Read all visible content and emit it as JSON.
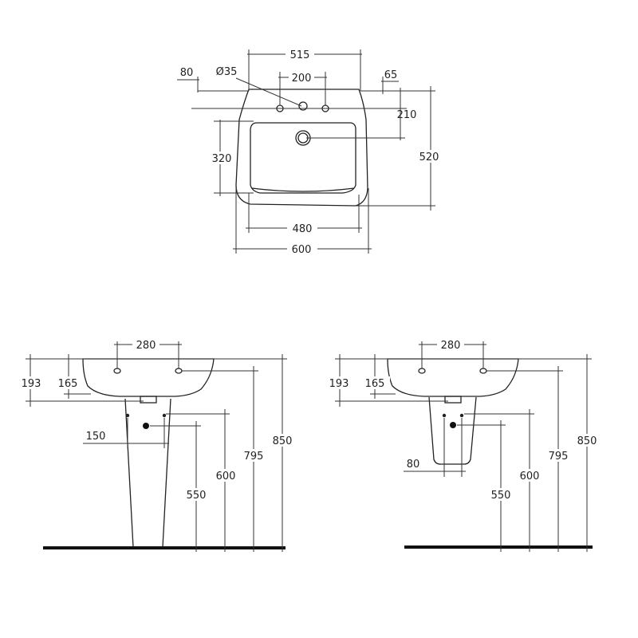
{
  "top_view": {
    "dims": {
      "overall_depth_outer": "515",
      "hole_diameter": "Ø35",
      "tap_hole_spacing": "200",
      "left_offset": "80",
      "right_offset": "65",
      "hole_to_back": "210",
      "bowl_depth": "320",
      "total_depth": "520",
      "bowl_width": "480",
      "total_width": "600"
    }
  },
  "pedestal_view": {
    "dims": {
      "hole_spacing": "280",
      "rim_height": "193",
      "bowl_height": "165",
      "waste_offset": "150",
      "height_795": "795",
      "height_850": "850",
      "height_600": "600",
      "height_550": "550"
    }
  },
  "semi_pedestal_view": {
    "dims": {
      "hole_spacing": "280",
      "rim_height": "193",
      "bowl_height": "165",
      "waste_offset": "80",
      "height_795": "795",
      "height_850": "850",
      "height_600": "600",
      "height_550": "550"
    }
  }
}
